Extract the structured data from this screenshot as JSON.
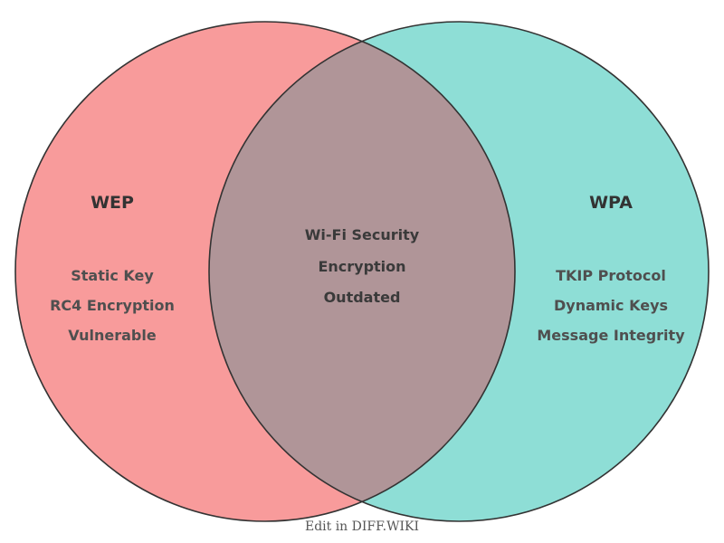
{
  "diagram": {
    "type": "venn",
    "left": {
      "title": "WEP",
      "items": [
        "Static Key",
        "RC4 Encryption",
        "Vulnerable"
      ],
      "fill": "#F89B9B"
    },
    "right": {
      "title": "WPA",
      "items": [
        "TKIP Protocol",
        "Dynamic Keys",
        "Message Integrity"
      ],
      "fill": "#8EDED6"
    },
    "overlap": {
      "items": [
        "Wi-Fi Security",
        "Encryption",
        "Outdated"
      ],
      "fill": "#B09598"
    },
    "outline_color": "#333333",
    "colors": {
      "title_text": "#333333",
      "item_text": "#4f4f4f",
      "footer_text": "#555555",
      "background": "#FFFFFF"
    },
    "footer": {
      "label": "Edit in DIFF.WIKI"
    }
  }
}
